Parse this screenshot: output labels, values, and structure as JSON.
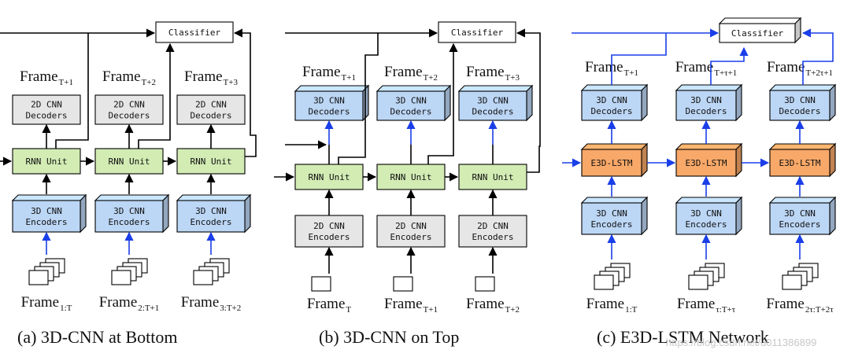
{
  "panels": [
    {
      "id": "a",
      "classifier": "Classifier",
      "top_frames": [
        {
          "base": "Frame",
          "sub": "T+1"
        },
        {
          "base": "Frame",
          "sub": "T+2"
        },
        {
          "base": "Frame",
          "sub": "T+3"
        }
      ],
      "decoder_lines": [
        "2D CNN",
        "Decoders"
      ],
      "unit_label": "RNN Unit",
      "encoder_lines": [
        "3D CNN",
        "Encoders"
      ],
      "bottom_frames": [
        {
          "base": "Frame",
          "sub": "1:T"
        },
        {
          "base": "Frame",
          "sub": "2:T+1"
        },
        {
          "base": "Frame",
          "sub": "3:T+2"
        }
      ],
      "caption": "(a)  3D-CNN at Bottom"
    },
    {
      "id": "b",
      "classifier": "Classifier",
      "top_frames": [
        {
          "base": "Frame",
          "sub": "T+1"
        },
        {
          "base": "Frame",
          "sub": "T+2"
        },
        {
          "base": "Frame",
          "sub": "T+3"
        }
      ],
      "decoder_lines": [
        "3D CNN",
        "Decoders"
      ],
      "unit_label": "RNN Unit",
      "encoder_lines": [
        "2D CNN",
        "Encoders"
      ],
      "bottom_frames": [
        {
          "base": "Frame",
          "sub": "T"
        },
        {
          "base": "Frame",
          "sub": "T+1"
        },
        {
          "base": "Frame",
          "sub": "T+2"
        }
      ],
      "caption": "(b)  3D-CNN on Top"
    },
    {
      "id": "c",
      "classifier": "Classifier",
      "top_frames": [
        {
          "base": "Frame",
          "sub": "T+1"
        },
        {
          "base": "Frame",
          "sub": "T+τ+1"
        },
        {
          "base": "Frame",
          "sub": "T+2τ+1"
        }
      ],
      "decoder_lines": [
        "3D CNN",
        "Decoders"
      ],
      "unit_label": "E3D-LSTM",
      "encoder_lines": [
        "3D CNN",
        "Encoders"
      ],
      "bottom_frames": [
        {
          "base": "Frame",
          "sub": "1:T"
        },
        {
          "base": "Frame",
          "sub": "τ:T+τ"
        },
        {
          "base": "Frame",
          "sub": "2τ:T+2τ"
        }
      ],
      "caption": "(c)  E3D-LSTM Network"
    }
  ],
  "watermark": "https://blog.csdn.net/u011386899",
  "colors": {
    "gray_box": "#e6e6e6",
    "blue_box": "#bcd6f5",
    "green_box": "#d2ecb4",
    "orange_box": "#f8a868",
    "blue_arrow": "#1a3ee8",
    "black": "#000000"
  }
}
